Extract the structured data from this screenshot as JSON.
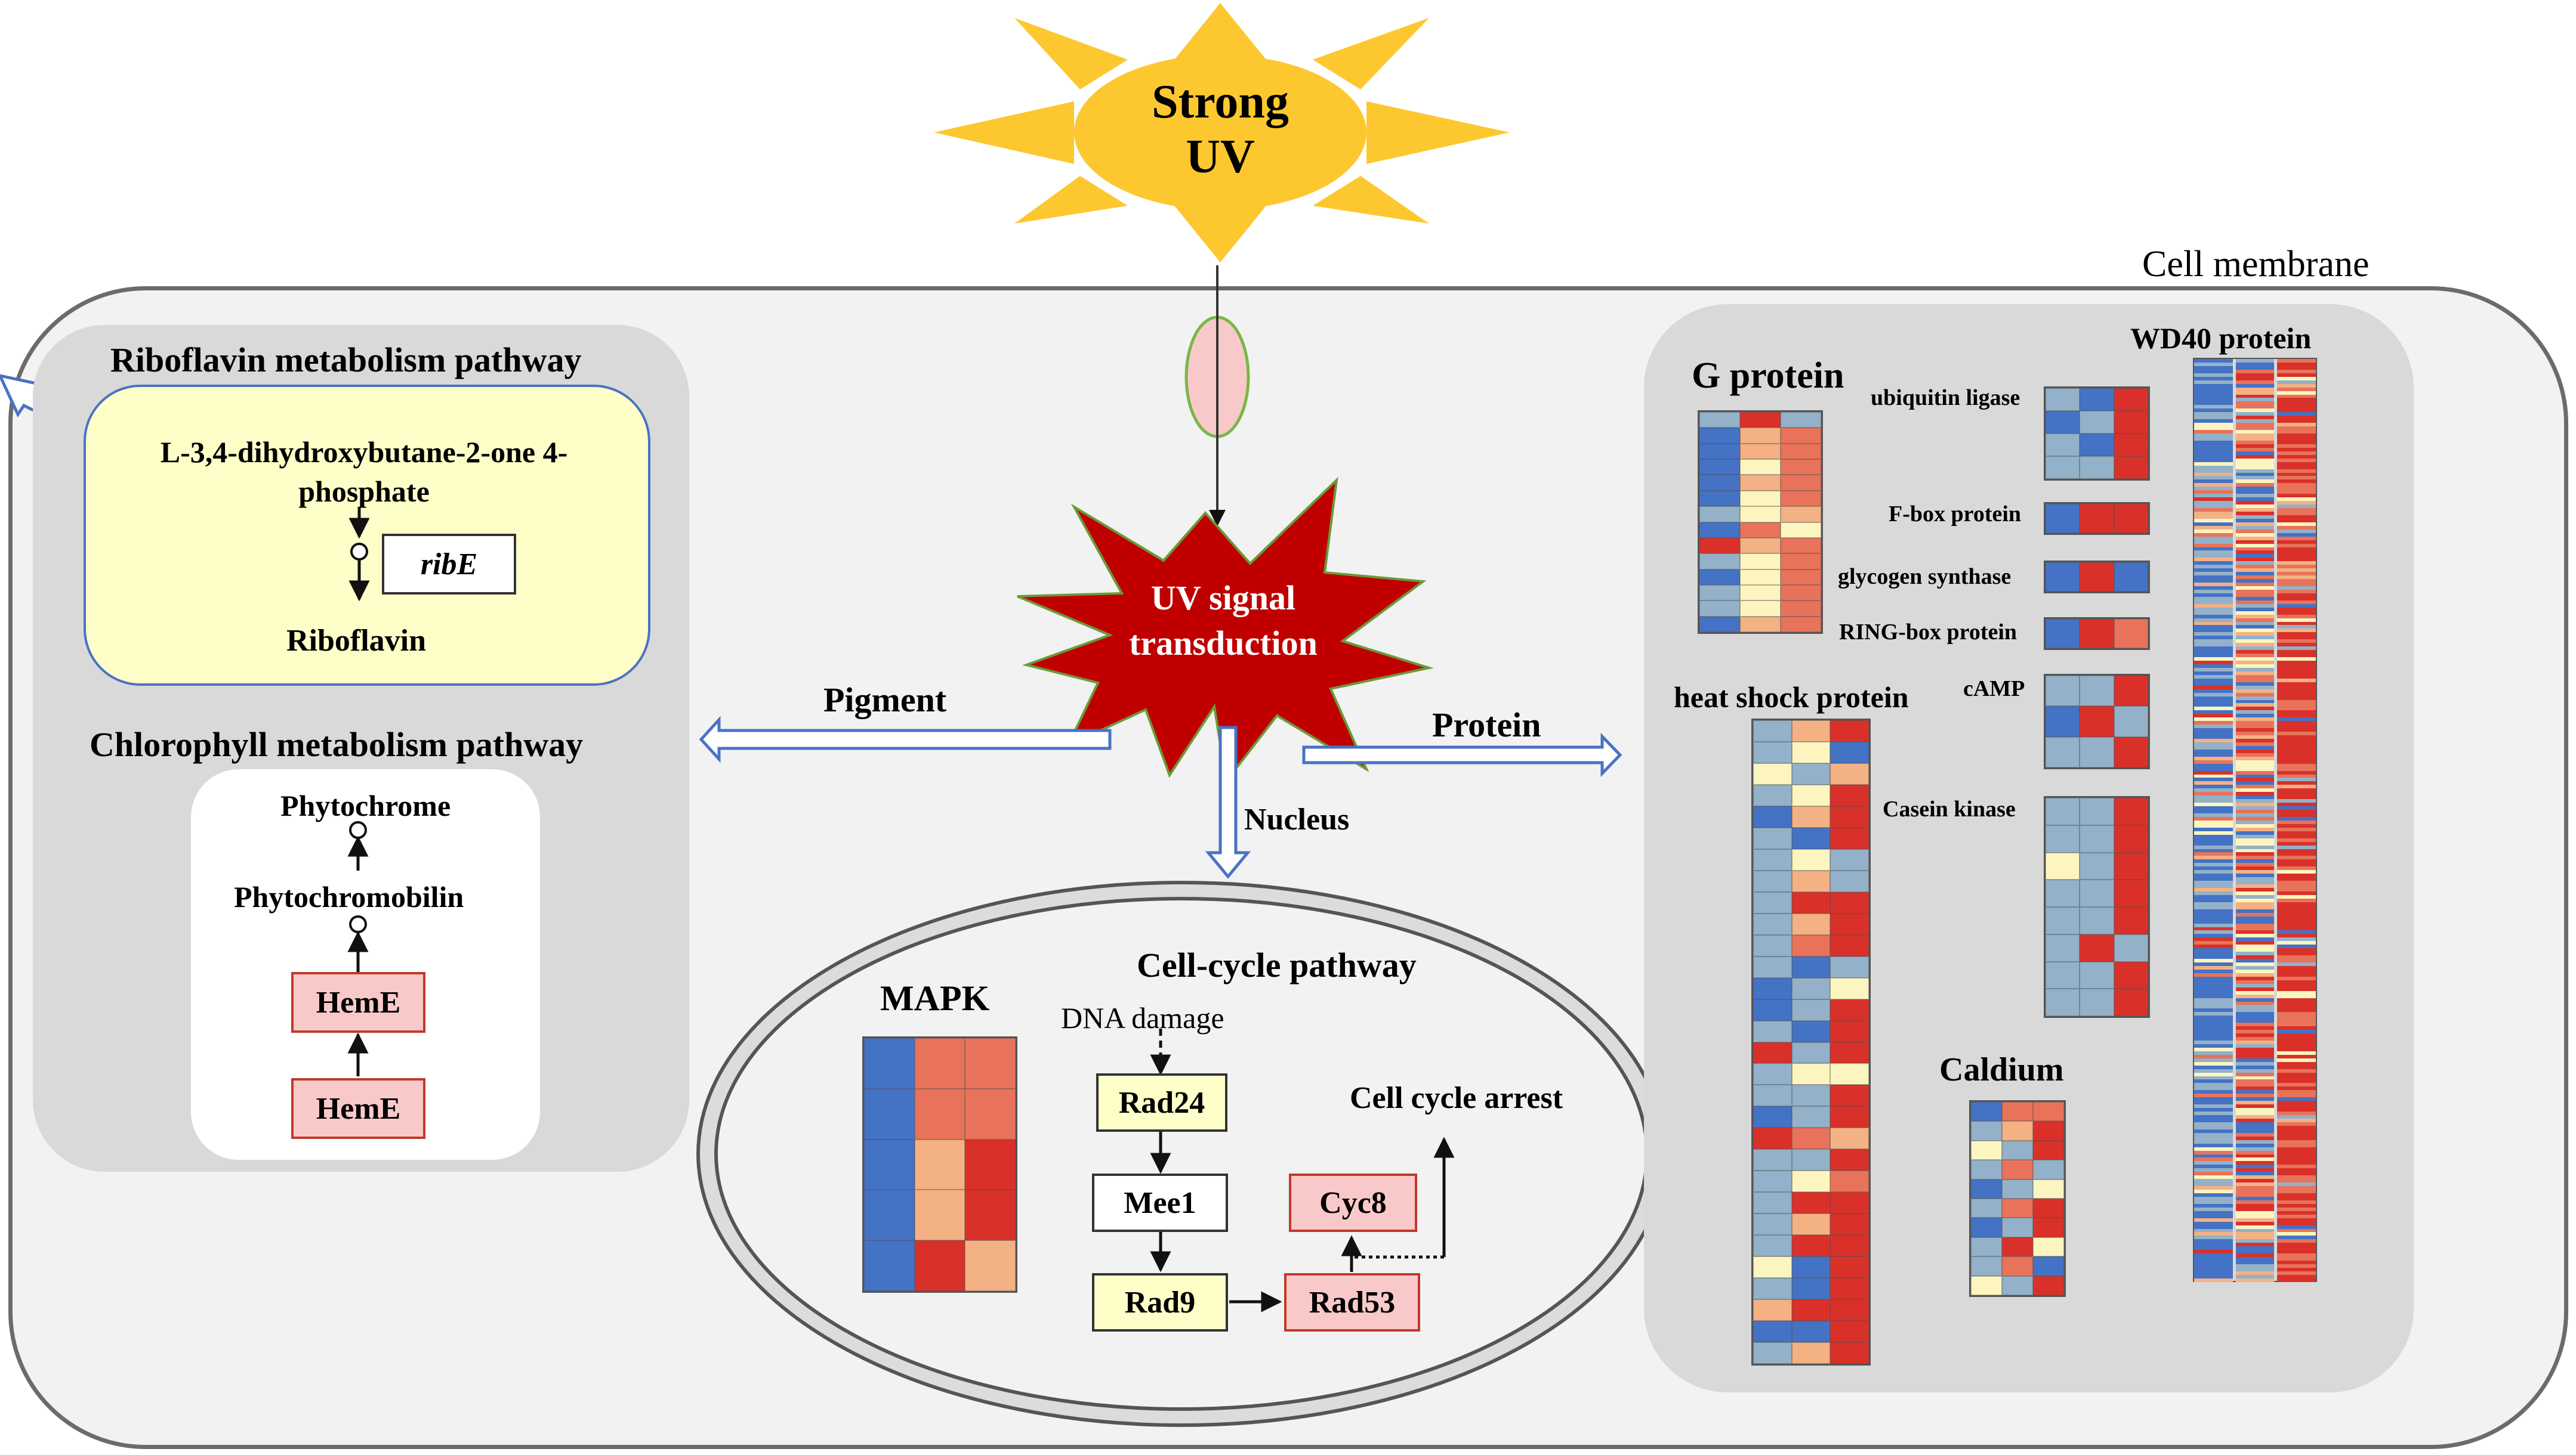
{
  "sun": {
    "line1": "Strong",
    "line2": "UV"
  },
  "cell_membrane_label": "Cell membrane",
  "signal": {
    "line1": "UV signal",
    "line2": "transduction"
  },
  "arrows": {
    "pigment": "Pigment",
    "protein": "Protein",
    "nucleus": "Nucleus"
  },
  "riboflavin": {
    "title": "Riboflavin metabolism pathway",
    "substrate_line1": "L-3,4-dihydroxybutane-2-one 4-",
    "substrate_line2": "phosphate",
    "gene": "ribE",
    "product": "Riboflavin"
  },
  "chlorophyll": {
    "title": "Chlorophyll metabolism pathway",
    "phytochrome": "Phytochrome",
    "phytochromobilin": "Phytochromobilin",
    "gene1": "HemE",
    "gene2": "HemE"
  },
  "nucleus": {
    "mapk": "MAPK",
    "cellcycle_title": "Cell-cycle pathway",
    "dna_damage": "DNA damage",
    "rad24": "Rad24",
    "mee1": "Mee1",
    "rad9": "Rad9",
    "rad53": "Rad53",
    "cyc8": "Cyc8",
    "arrest": "Cell cycle arrest"
  },
  "protein_panel": {
    "g_protein": "G protein",
    "ubiquitin_ligase": "ubiquitin ligase",
    "fbox": "F-box protein",
    "glycogen": "glycogen synthase",
    "ringbox": "RING-box protein",
    "camp": "cAMP",
    "casein": "Casein kinase",
    "heat_shock": "heat shock protein",
    "caldium": "Caldium",
    "wd40": "WD40 protein"
  },
  "colors": {
    "sun": "#fdc82f",
    "signal_star": "#c00000",
    "hm_blue": "#4472c4",
    "hm_lightblue": "#93b1c8",
    "hm_cream": "#fdf5c0",
    "hm_peach": "#f4b183",
    "hm_salmon": "#e8735a",
    "hm_red": "#d9312a"
  },
  "heatmaps": {
    "mapk": [
      [
        0,
        4,
        4
      ],
      [
        0,
        4,
        4
      ],
      [
        0,
        3,
        5
      ],
      [
        0,
        3,
        5
      ],
      [
        0,
        5,
        3
      ]
    ],
    "gprotein": [
      [
        1,
        5,
        1
      ],
      [
        0,
        3,
        4
      ],
      [
        0,
        3,
        4
      ],
      [
        0,
        2,
        4
      ],
      [
        0,
        3,
        4
      ],
      [
        0,
        2,
        4
      ],
      [
        1,
        2,
        3
      ],
      [
        0,
        4,
        2
      ],
      [
        5,
        3,
        4
      ],
      [
        1,
        2,
        4
      ],
      [
        0,
        2,
        4
      ],
      [
        1,
        2,
        4
      ],
      [
        1,
        2,
        4
      ],
      [
        0,
        3,
        4
      ]
    ],
    "ubiquitin": [
      [
        1,
        0,
        5
      ],
      [
        0,
        1,
        5
      ],
      [
        1,
        0,
        5
      ],
      [
        1,
        1,
        5
      ]
    ],
    "fbox": [
      [
        0,
        5,
        5
      ]
    ],
    "glycogen": [
      [
        0,
        5,
        0
      ]
    ],
    "ringbox": [
      [
        0,
        5,
        4
      ]
    ],
    "camp": [
      [
        1,
        1,
        5
      ],
      [
        0,
        5,
        1
      ],
      [
        1,
        1,
        5
      ]
    ],
    "casein": [
      [
        1,
        1,
        5
      ],
      [
        1,
        1,
        5
      ],
      [
        2,
        1,
        5
      ],
      [
        1,
        1,
        5
      ],
      [
        1,
        1,
        5
      ],
      [
        1,
        5,
        1
      ],
      [
        1,
        1,
        5
      ],
      [
        1,
        1,
        5
      ]
    ],
    "caldium": [
      [
        0,
        4,
        4
      ],
      [
        1,
        3,
        5
      ],
      [
        2,
        1,
        5
      ],
      [
        1,
        4,
        1
      ],
      [
        0,
        1,
        2
      ],
      [
        1,
        4,
        5
      ],
      [
        0,
        1,
        5
      ],
      [
        1,
        5,
        2
      ],
      [
        1,
        4,
        0
      ],
      [
        2,
        1,
        5
      ]
    ]
  }
}
